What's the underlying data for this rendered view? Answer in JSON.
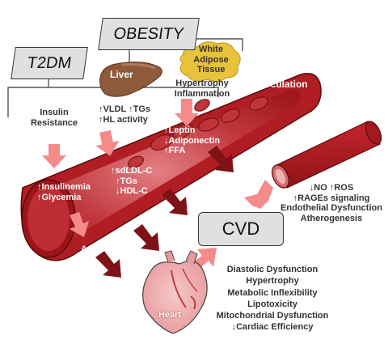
{
  "boxes": {
    "t2dm": "T2DM",
    "obesity": "OBESITY",
    "cvd": "CVD"
  },
  "adipose": {
    "line1": "White",
    "line2": "Adipose",
    "line3": "Tissue"
  },
  "adipose_effects": {
    "line1": "Hypertrophy",
    "line2": "Inflammation"
  },
  "liver": {
    "title": "Liver",
    "vldl": "VLDL",
    "tgs": "TGs",
    "hl": "HL activity"
  },
  "t2dm_effect": {
    "line1": "Insulin",
    "line2": "Resistance"
  },
  "circulation": {
    "title": "Circulation",
    "leptin": "Leptin",
    "adiponectin": "Adiponectin",
    "ffa": "FFA",
    "sdldl": "sdLDL-C",
    "tgs": "TGs",
    "hdl": "HDL-C",
    "insulinemia": "Insulinemia",
    "glycemia": "Glycemia",
    "ages": "AGEs"
  },
  "vasculature": {
    "title": "Vasculature",
    "no": "NO",
    "ros": "ROS",
    "rages": "RAGEs signaling",
    "endo": "Endothelial Dysfunction",
    "athero": "Atherogenesis"
  },
  "heart": {
    "title": "Heart",
    "effects": [
      "Diastolic Dysfunction",
      "Hypertrophy",
      "Metabolic Inflexibility",
      "Lipotoxicity",
      "Mitochondrial Dysfunction",
      "Cardiac Efficiency"
    ]
  },
  "colors": {
    "vessel": "#b01e23",
    "vessel_light": "#dd6f74",
    "vessel_dark": "#7a1015",
    "arrow_pink": "#f58a8a",
    "fat": "#e8c23a",
    "liver": "#8e5a3c",
    "box_fill": "#e0e0e0"
  }
}
